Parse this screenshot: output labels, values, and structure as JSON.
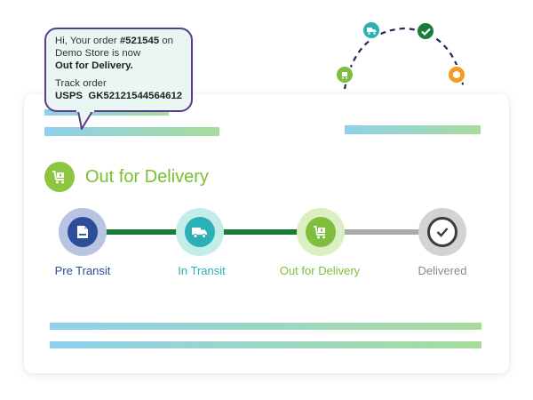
{
  "notification": {
    "greeting_prefix": "Hi, Your order ",
    "order_number": "#521545",
    "greeting_suffix": " on",
    "store_line": "Demo Store is now",
    "status_line": "Out for Delivery.",
    "track_label": "Track order",
    "tracking_line": "USPS  GK52121544564612"
  },
  "status": {
    "title": "Out for Delivery",
    "icon": "cart-icon",
    "color": "#8cc63f"
  },
  "steps": [
    {
      "label": "Pre Transit",
      "icon": "document-icon",
      "color": "#2c4d99"
    },
    {
      "label": "In Transit",
      "icon": "truck-icon",
      "color": "#2bb0b6"
    },
    {
      "label": "Out for Delivery",
      "icon": "cart-icon",
      "color": "#7fbe3c"
    },
    {
      "label": "Delivered",
      "icon": "check-icon",
      "color": "#3c3c3c"
    }
  ],
  "tracker_arc_icons": [
    "truck-icon",
    "check-icon",
    "cart-icon",
    "box-icon"
  ]
}
